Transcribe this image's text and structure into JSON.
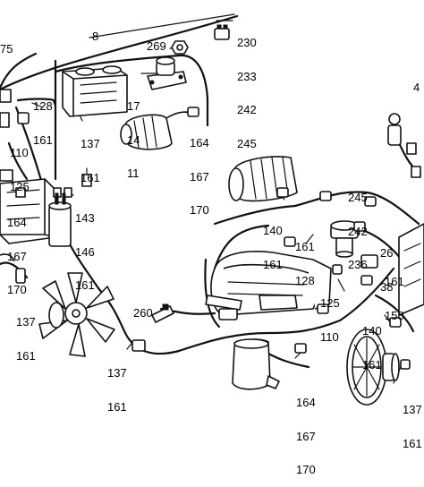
{
  "callouts": [
    {
      "id": "c75",
      "lines": [
        "75"
      ]
    },
    {
      "id": "c8",
      "lines": [
        "8"
      ]
    },
    {
      "id": "c230",
      "lines": [
        "230",
        "233",
        "242",
        "245"
      ]
    },
    {
      "id": "c269",
      "lines": [
        "269"
      ]
    },
    {
      "id": "c128a",
      "lines": [
        "128",
        "161"
      ]
    },
    {
      "id": "c17",
      "lines": [
        "17",
        "14",
        "11"
      ]
    },
    {
      "id": "c137a",
      "lines": [
        "137",
        "161"
      ]
    },
    {
      "id": "c164a",
      "lines": [
        "164",
        "167",
        "170"
      ]
    },
    {
      "id": "c110",
      "lines": [
        "110",
        "125"
      ]
    },
    {
      "id": "c143",
      "lines": [
        "143",
        "146",
        "161"
      ]
    },
    {
      "id": "c164b",
      "lines": [
        "164",
        "167",
        "170"
      ]
    },
    {
      "id": "c245",
      "lines": [
        "245",
        "242",
        "236"
      ]
    },
    {
      "id": "c140a",
      "lines": [
        "140",
        "161"
      ]
    },
    {
      "id": "c161b",
      "lines": [
        "161",
        "128"
      ]
    },
    {
      "id": "c26",
      "lines": [
        "26",
        "38"
      ]
    },
    {
      "id": "c161c",
      "lines": [
        "161",
        "158"
      ]
    },
    {
      "id": "c137b",
      "lines": [
        "137",
        "161"
      ]
    },
    {
      "id": "c125",
      "lines": [
        "125",
        "110"
      ]
    },
    {
      "id": "c260",
      "lines": [
        "260"
      ]
    },
    {
      "id": "c140b",
      "lines": [
        "140",
        "161"
      ]
    },
    {
      "id": "c137c",
      "lines": [
        "137",
        "161"
      ]
    },
    {
      "id": "c164c",
      "lines": [
        "164",
        "167",
        "170"
      ]
    },
    {
      "id": "c137d",
      "lines": [
        "137",
        "161"
      ]
    },
    {
      "id": "c4",
      "lines": [
        "4"
      ]
    }
  ]
}
